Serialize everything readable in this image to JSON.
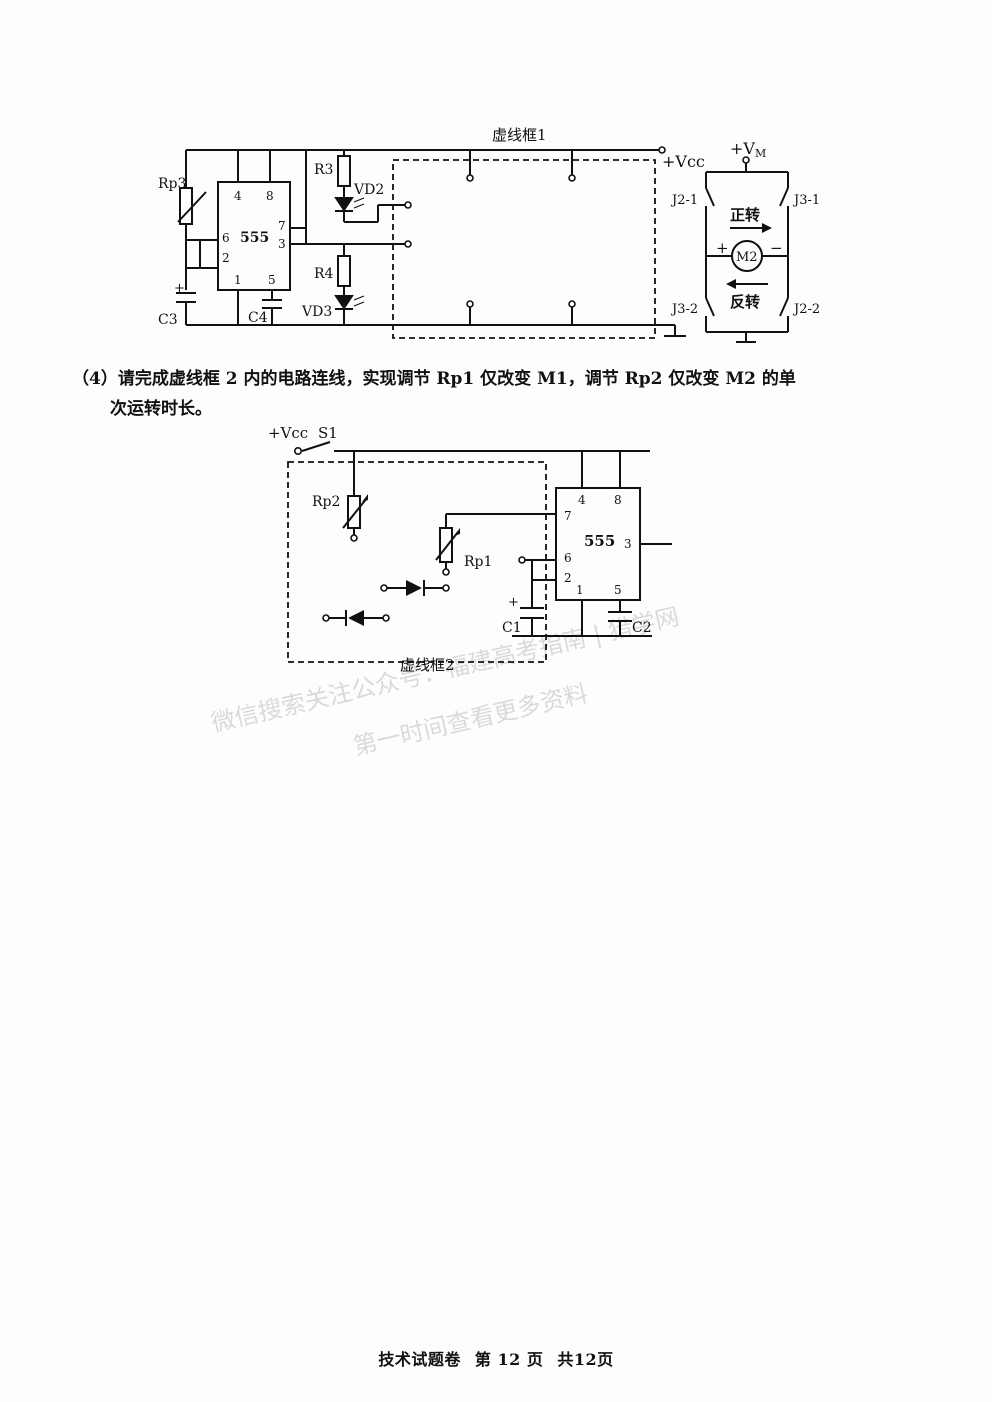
{
  "figure1": {
    "frame_label": "虚线框1",
    "vcc": "+Vcc",
    "rp3": "Rp3",
    "ic_label": "555",
    "pin4": "4",
    "pin8": "8",
    "pin7": "7",
    "pin6": "6",
    "pin3": "3",
    "pin2": "2",
    "pin1": "1",
    "pin5": "5",
    "r3": "R3",
    "r4": "R4",
    "vd2": "VD2",
    "vd3": "VD3",
    "c3": "C3",
    "c4": "C4",
    "plus": "+"
  },
  "motor": {
    "vm_prefix": "+V",
    "vm_sub": "M",
    "j2_1": "J2-1",
    "j3_1": "J3-1",
    "j3_2": "J3-2",
    "j2_2": "J2-2",
    "forward": "正转",
    "reverse": "反转",
    "motor": "M2",
    "plus": "+",
    "minus": "−"
  },
  "question": {
    "line1": "（4）请完成虚线框 2 内的电路连线，实现调节 Rp1 仅改变 M1，调节 Rp2 仅改变 M2 的单",
    "line2": "次运转时长。"
  },
  "figure2": {
    "vcc": "+Vcc",
    "s1": "S1",
    "rp2": "Rp2",
    "rp1": "Rp1",
    "ic_label": "555",
    "pin4": "4",
    "pin8": "8",
    "pin7": "7",
    "pin6": "6",
    "pin3": "3",
    "pin2": "2",
    "pin1": "1",
    "pin5": "5",
    "c1": "C1",
    "c2": "C2",
    "plus": "+",
    "frame_label": "虚线框2"
  },
  "watermark": {
    "line1": "微信搜索关注公众号：福建高考指南 | 猎学网",
    "line2": "第一时间查看更多资料"
  },
  "footer": {
    "subject": "技术试题卷",
    "page": "第 12 页",
    "total": "共12页"
  }
}
